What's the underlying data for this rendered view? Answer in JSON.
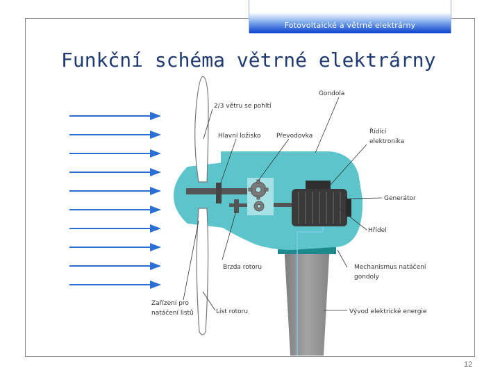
{
  "header": {
    "title": "Fotovoltaické a větrné elektrárny"
  },
  "slide": {
    "title": "Funkční schéma větrné elektrárny",
    "page_number": "12"
  },
  "diagram": {
    "labels": {
      "wind_absorbed": "2/3 větru se pohltí",
      "gondola": "Gondola",
      "main_bearing": "Hlavní ložisko",
      "gearbox": "Převodovka",
      "control_electronics_1": "Řídící",
      "control_electronics_2": "elektronika",
      "generator": "Generátor",
      "shaft": "Hřídel",
      "rotor_brake": "Brzda rotoru",
      "yaw_mechanism_1": "Mechanismus natáčení",
      "yaw_mechanism_2": "gondoly",
      "pitch_device_1": "Zařízení pro",
      "pitch_device_2": "natáčení listů",
      "rotor_blade": "List rotoru",
      "power_output": "Vývod elektrické energie"
    },
    "colors": {
      "nacelle": "#5cc5cc",
      "tower": "#8f8f8f",
      "wind_arrow": "#2b6fd6",
      "title": "#1f3a73"
    }
  }
}
